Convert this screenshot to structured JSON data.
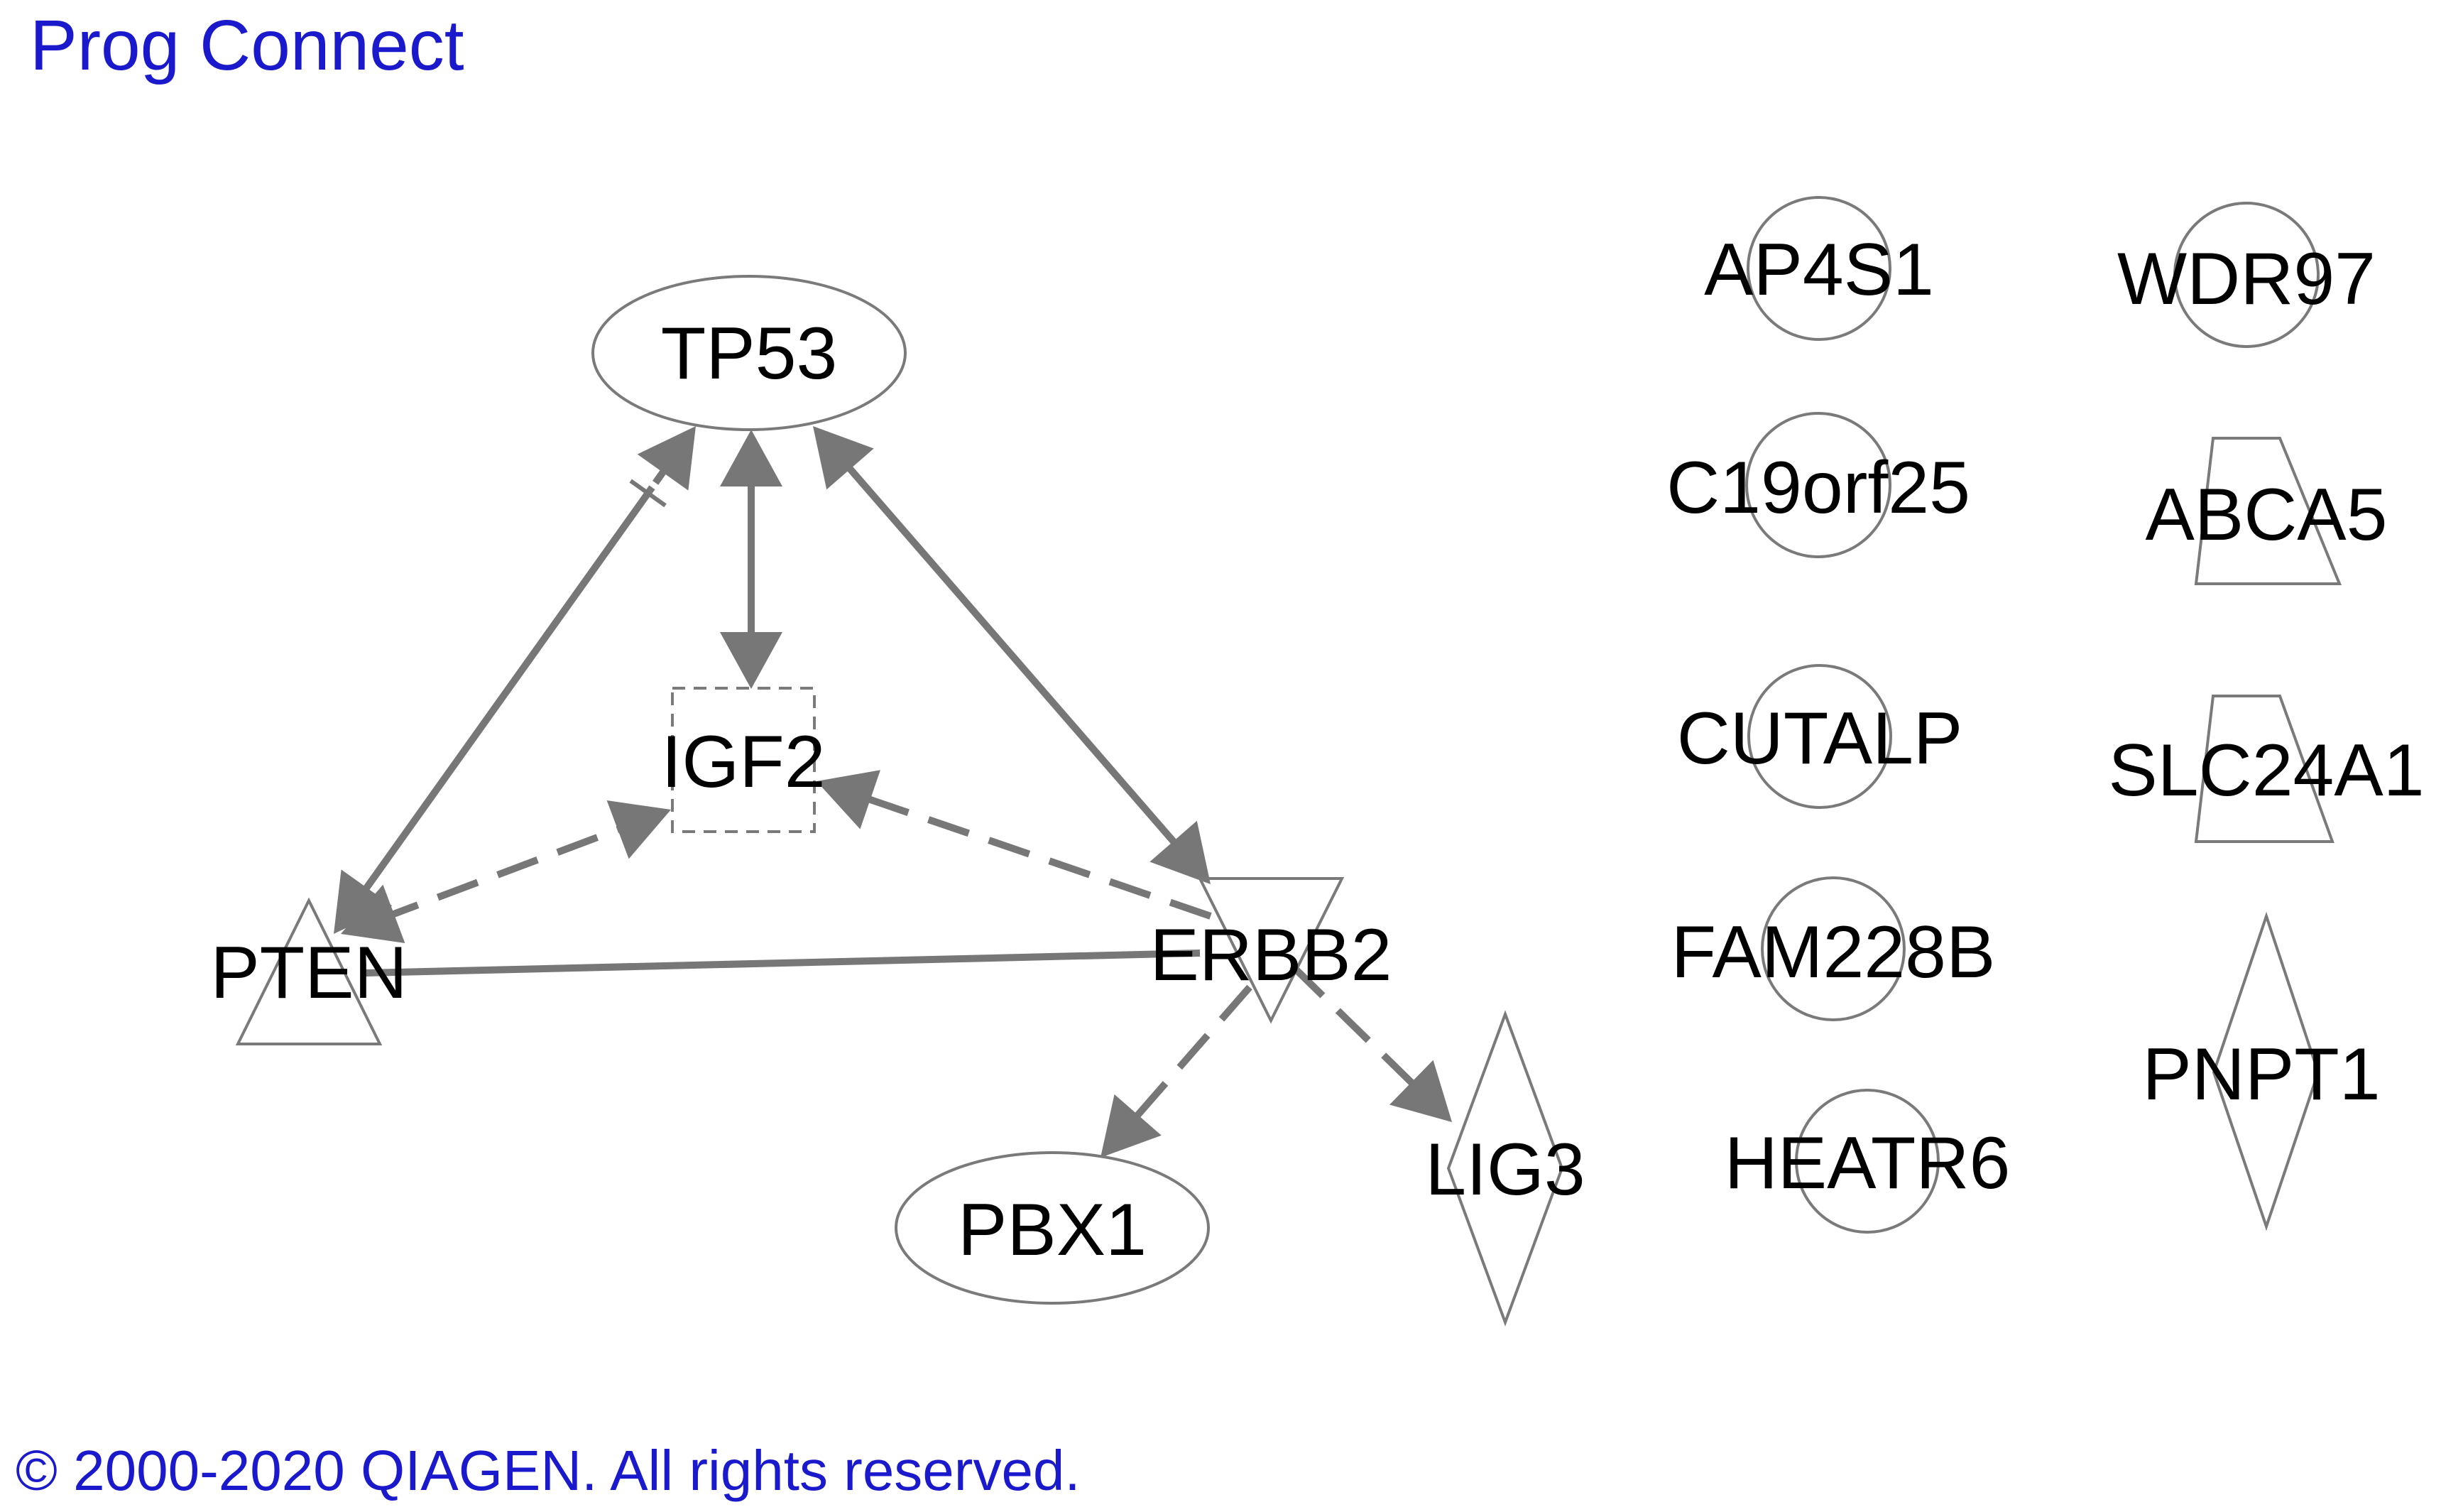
{
  "header": {
    "title": "Prog Connect"
  },
  "footer": {
    "copyright": "© 2000-2020 QIAGEN. All rights reserved."
  },
  "network": {
    "nodes": [
      {
        "id": "TP53",
        "label": "TP53",
        "shape": "ellipse"
      },
      {
        "id": "IGF2",
        "label": "IGF2",
        "shape": "dashed-square"
      },
      {
        "id": "PTEN",
        "label": "PTEN",
        "shape": "triangle"
      },
      {
        "id": "ERBB2",
        "label": "ERBB2",
        "shape": "inverted-triangle"
      },
      {
        "id": "PBX1",
        "label": "PBX1",
        "shape": "ellipse"
      },
      {
        "id": "LIG3",
        "label": "LIG3",
        "shape": "diamond"
      },
      {
        "id": "AP4S1",
        "label": "AP4S1",
        "shape": "circle"
      },
      {
        "id": "WDR97",
        "label": "WDR97",
        "shape": "circle"
      },
      {
        "id": "C19orf25",
        "label": "C19orf25",
        "shape": "circle"
      },
      {
        "id": "ABCA5",
        "label": "ABCA5",
        "shape": "trapezoid"
      },
      {
        "id": "CUTALP",
        "label": "CUTALP",
        "shape": "circle"
      },
      {
        "id": "SLC24A1",
        "label": "SLC24A1",
        "shape": "trapezoid"
      },
      {
        "id": "FAM228B",
        "label": "FAM228B",
        "shape": "circle"
      },
      {
        "id": "PNPT1",
        "label": "PNPT1",
        "shape": "diamond"
      },
      {
        "id": "HEATR6",
        "label": "HEATR6",
        "shape": "circle"
      }
    ],
    "edges": [
      {
        "source": "PTEN",
        "target": "TP53",
        "style": "solid",
        "arrow": "both",
        "target_end": "inhibition-bar"
      },
      {
        "source": "TP53",
        "target": "IGF2",
        "style": "solid",
        "arrow": "both"
      },
      {
        "source": "TP53",
        "target": "ERBB2",
        "style": "solid",
        "arrow": "both"
      },
      {
        "source": "PTEN",
        "target": "IGF2",
        "style": "dashed",
        "arrow": "both"
      },
      {
        "source": "ERBB2",
        "target": "IGF2",
        "style": "dashed",
        "arrow": "target"
      },
      {
        "source": "PTEN",
        "target": "ERBB2",
        "style": "solid",
        "arrow": "none"
      },
      {
        "source": "ERBB2",
        "target": "PBX1",
        "style": "dashed",
        "arrow": "target"
      },
      {
        "source": "ERBB2",
        "target": "LIG3",
        "style": "dashed",
        "arrow": "target"
      }
    ],
    "colors": {
      "edge": "#777777",
      "node_outline": "#7a7a7a",
      "header_text": "#1a1acc"
    }
  }
}
